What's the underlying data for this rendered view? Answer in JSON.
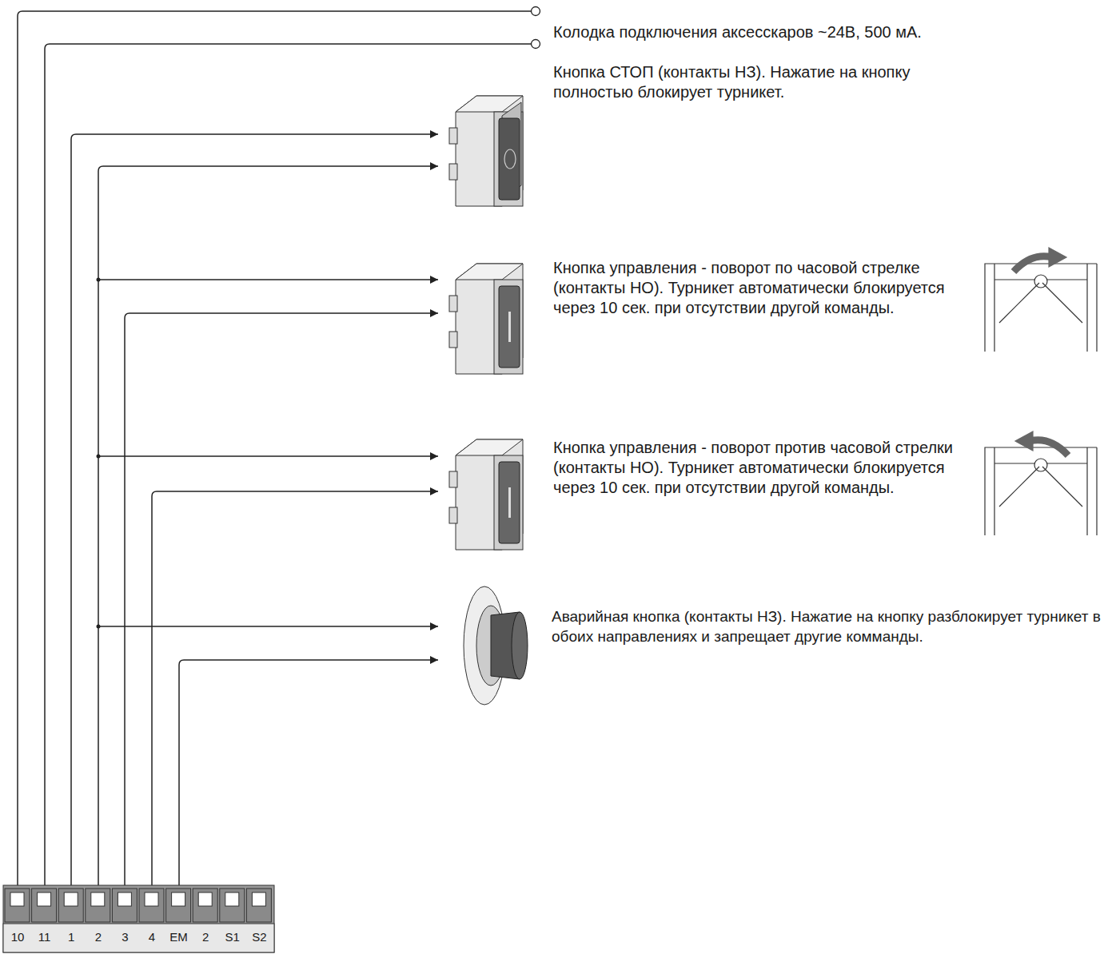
{
  "diagram": {
    "labels": [
      "Колодка подключения аксесскаров ~24В, 500 мА.",
      "Кнопка СТОП (контакты НЗ). Нажатие на кнопку полностью блокирует турникет.",
      "Кнопка управления - поворот по часовой стрелке (контакты НО). Турникет автоматически блокируется через 10 сек. при отсутствии другой команды.",
      "Кнопка управления - поворот против часовой стрелки (контакты НО). Турникет автоматически блокируется через 10 сек. при отсутствии другой команды.",
      "Аварийная кнопка (контакты НЗ). Нажатие на кнопку разблокирует турникет в обоих направлениях и запрещает другие комманды.",
      "10",
      "11",
      "1",
      "2",
      "3",
      "4",
      "EM",
      "2",
      "S1",
      "S2"
    ]
  }
}
